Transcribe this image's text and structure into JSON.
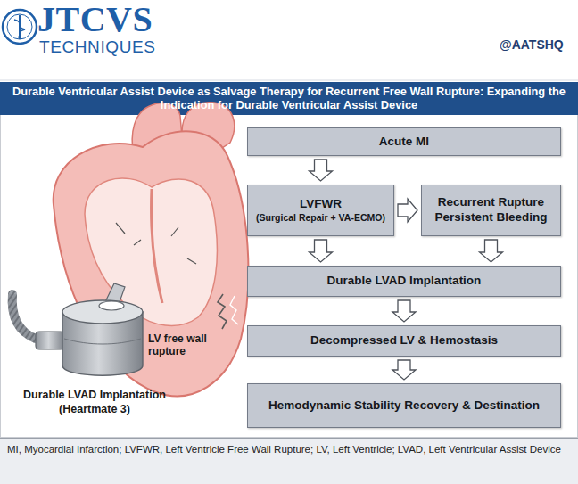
{
  "diagram": {
    "title": "Durable Ventricular Assist Device as Salvage Therapy for Recurrent Free Wall Rupture: Expanding the Indication for Durable Ventricular Assist Device",
    "caption": "MI, Myocardial Infarction; LVFWR, Left Ventricle Free Wall Rupture; LV, Left Ventricle; LVAD, Left Ventricular Assist Device",
    "nodes": [
      {
        "text": [
          "Acute MI"
        ]
      },
      {
        "text": [
          "LVFWR",
          "(Surgical Repair + VA-ECMO)"
        ]
      },
      {
        "text": [
          "Recurrent Rupture Persistent Bleeding"
        ]
      },
      {
        "text": [
          "Durable LVAD Implantation"
        ]
      },
      {
        "text": [
          "Decompressed LV & Hemostasis"
        ]
      },
      {
        "text": [
          "Hemodynamic Stability Recovery & Destination"
        ]
      }
    ],
    "edges": [
      {
        "from": 0,
        "to": 1,
        "arrow": "to"
      },
      {
        "from": 1,
        "to": 2,
        "arrow": "to"
      },
      {
        "from": 1,
        "to": 3,
        "arrow": "to"
      },
      {
        "from": 2,
        "to": 3,
        "arrow": "to"
      },
      {
        "from": 3,
        "to": 4,
        "arrow": "to"
      },
      {
        "from": 4,
        "to": 5,
        "arrow": "to"
      }
    ],
    "labels": [
      "JTCVS",
      "TECHNIQUES",
      "@AATSHQ",
      "LV free wall rupture",
      "Durable LVAD Implantation",
      "(Heartmate 3)"
    ]
  }
}
